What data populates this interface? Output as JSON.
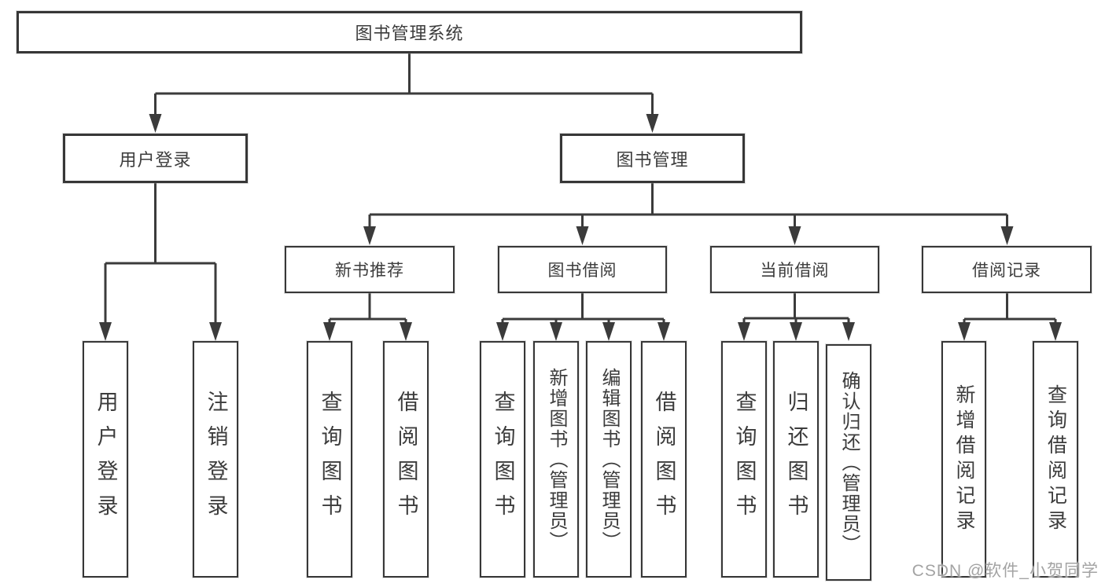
{
  "diagram_title": "图书管理系统",
  "tree": {
    "root": {
      "label": "图书管理系统"
    },
    "branches": [
      {
        "label": "用户登录",
        "leaves": [
          {
            "label": "用户登录"
          },
          {
            "label": "注销登录"
          }
        ]
      },
      {
        "label": "图书管理",
        "groups": [
          {
            "label": "新书推荐",
            "leaves": [
              {
                "label": "查询图书"
              },
              {
                "label": "借阅图书"
              }
            ]
          },
          {
            "label": "图书借阅",
            "leaves": [
              {
                "label": "查询图书"
              },
              {
                "label": "新增图书（管理员）"
              },
              {
                "label": "编辑图书（管理员）"
              },
              {
                "label": "借阅图书"
              }
            ]
          },
          {
            "label": "当前借阅",
            "leaves": [
              {
                "label": "查询图书"
              },
              {
                "label": "归还图书"
              },
              {
                "label": "确认归还（管理员）"
              }
            ]
          },
          {
            "label": "借阅记录",
            "leaves": [
              {
                "label": "新增借阅记录"
              },
              {
                "label": "查询借阅记录"
              }
            ]
          }
        ]
      }
    ]
  },
  "watermark": {
    "text": "CSDN @软件_小贺同学"
  },
  "colors": {
    "line": "#3b3b3b",
    "box_border": "#373737",
    "box_background": "#ffffff",
    "text": "#3c3c3c",
    "watermark": "#9b9b9b",
    "page_background": "#ffffff"
  }
}
